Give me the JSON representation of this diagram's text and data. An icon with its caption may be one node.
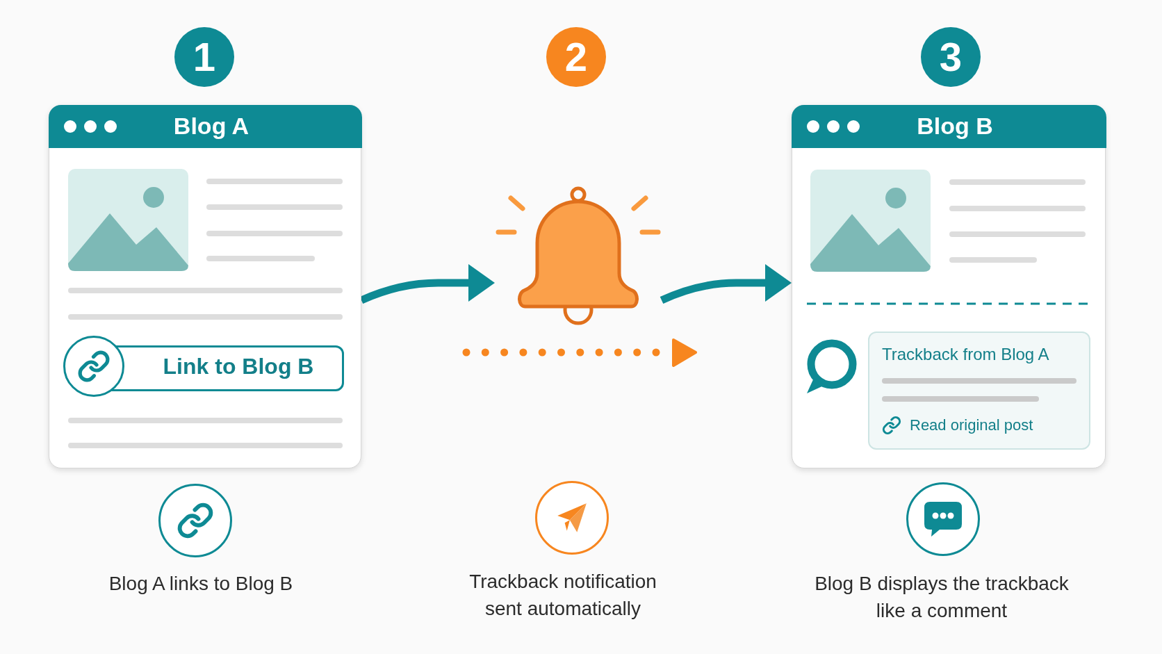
{
  "diagram": {
    "nodes": [
      {
        "text": [
          "1"
        ]
      },
      {
        "text": [
          "Blog A"
        ]
      },
      {
        "text": [
          "Link to Blog B"
        ],
        "in": 1
      },
      {
        "text": [
          "2"
        ]
      },
      {
        "text": [],
        "shape": "bell"
      },
      {
        "text": [
          "3"
        ]
      },
      {
        "text": [
          "Blog B"
        ]
      },
      {
        "text": [
          "Trackback from Blog A",
          "Read original post"
        ],
        "in": 6
      }
    ],
    "edges": [
      {
        "from": 1,
        "to": 4,
        "arrow": "to"
      },
      {
        "from": 4,
        "to": 6,
        "arrow": "to"
      }
    ],
    "labels": [
      "Blog A links to Blog B",
      "Trackback notification sent automatically",
      "Blog B displays the trackback like a comment"
    ]
  }
}
